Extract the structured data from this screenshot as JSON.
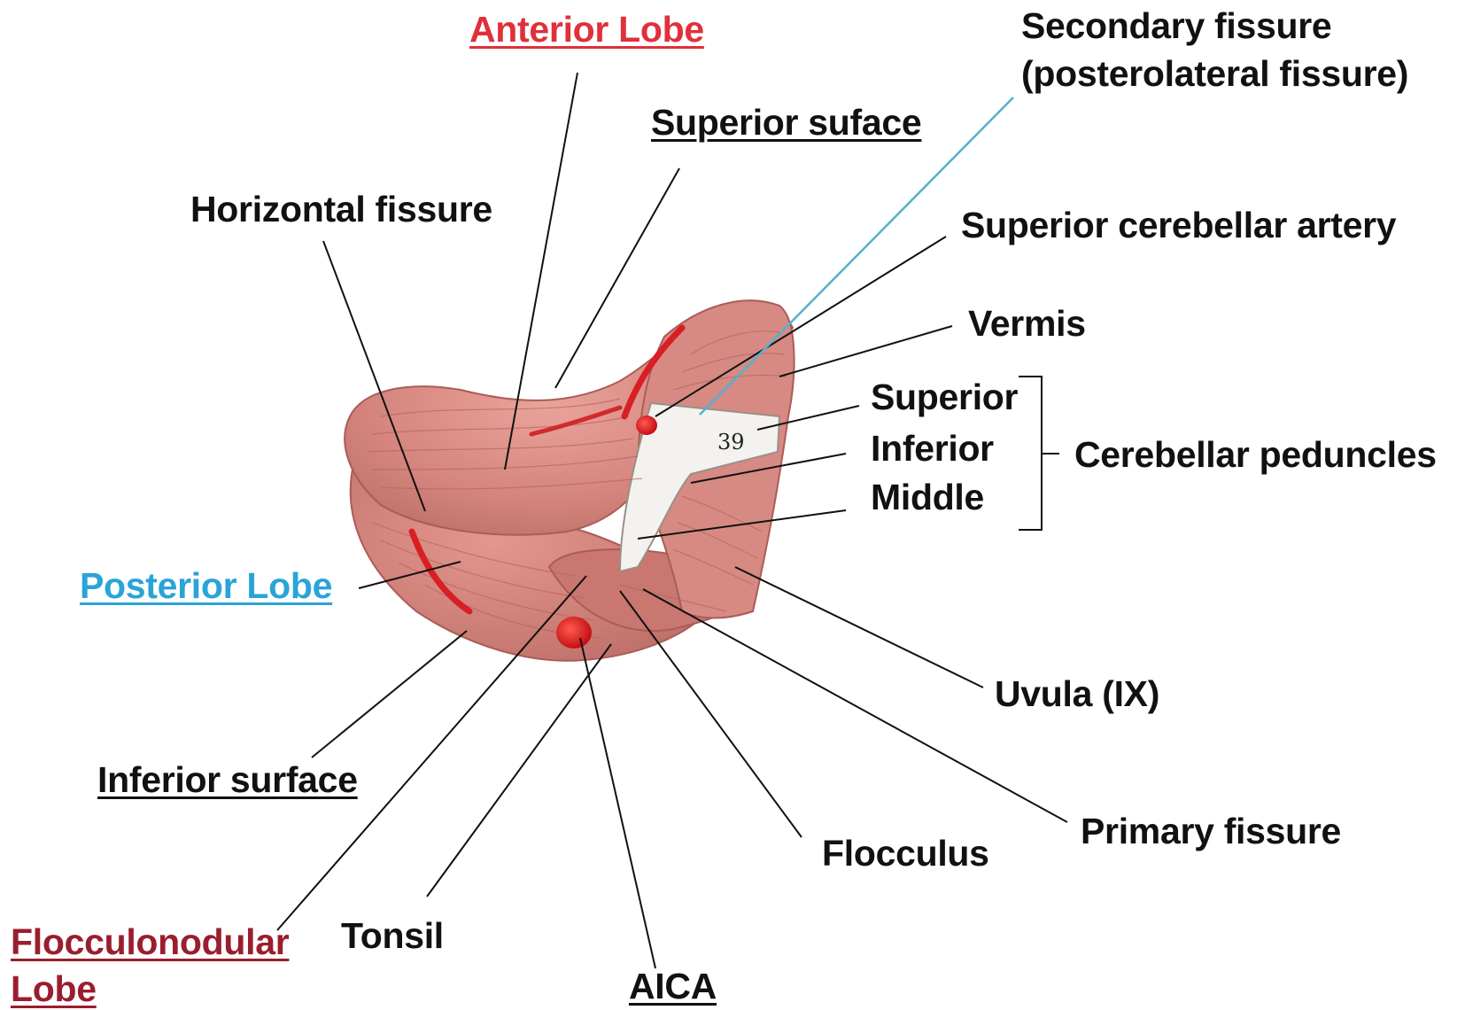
{
  "labels": {
    "anterior_lobe": "Anterior Lobe",
    "secondary_fissure_line1": "Secondary fissure",
    "secondary_fissure_line2": "(posterolateral fissure)",
    "superior_surface": "Superior suface",
    "horizontal_fissure": "Horizontal fissure",
    "superior_cerebellar_artery": "Superior cerebellar artery",
    "vermis": "Vermis",
    "superior": "Superior",
    "inferior": "Inferior",
    "middle": "Middle",
    "cerebellar_peduncles": "Cerebellar peduncles",
    "posterior_lobe": "Posterior Lobe",
    "uvula": "Uvula (IX)",
    "inferior_surface": "Inferior surface",
    "primary_fissure": "Primary fissure",
    "flocculus": "Flocculus",
    "flocculonodular_line1": "Flocculonodular",
    "flocculonodular_line2": "Lobe",
    "tonsil": "Tonsil",
    "aica": "AICA"
  },
  "specimen_marking": "39",
  "colors": {
    "anterior_lobe": "#e0303b",
    "posterior_lobe": "#2aa4d6",
    "flocculonodular_lobe": "#9a1e2e",
    "secondary_fissure_line": "#4fb3cf",
    "tissue": "#d9877f",
    "artery": "#d81f24"
  }
}
